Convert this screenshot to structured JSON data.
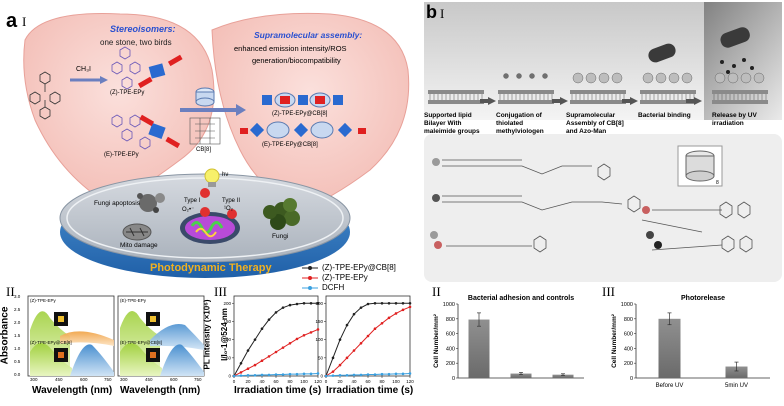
{
  "panel_a": {
    "label": "a",
    "roman_I": "I",
    "stereo": {
      "title": "Stereoisomers:",
      "subtitle": "one stone, two birds"
    },
    "reagent": "CH₃I",
    "z_label": "(Z)-TPE-EPy",
    "e_label": "(E)-TPE-EPy",
    "cb_label": "CB[8]",
    "supra": {
      "title": "Supramolecular assembly:",
      "line1": "enhanced emission intensity/ROS",
      "line2": "generation/biocompatibility",
      "z_complex": "(Z)-TPE-EPy@CB[8]",
      "e_complex": "(E)-TPE-EPy@CB[8]"
    },
    "pdt": {
      "label": "Photodynamic Therapy",
      "fungi_apoptosis": "Fungi apoptosis",
      "mito_damage": "Mito damage",
      "fungi": "Fungi",
      "type1": "Type I",
      "type2": "Type II",
      "o2_radical": "O₂•⁻",
      "singlet_o2": "¹O₂",
      "hv": "hν"
    },
    "roman_II": "II",
    "roman_III": "III",
    "legend": [
      {
        "name": "(Z)-TPE-EPy@CB[8]",
        "color": "#222222"
      },
      {
        "name": "(Z)-TPE-EPy",
        "color": "#e02020"
      },
      {
        "name": "DCFH",
        "color": "#3aa0e0"
      }
    ],
    "absorbance_charts": [
      {
        "inset_top": "(Z)-TPE-EPy",
        "inset_bottom": "(Z)-TPE-EPy@CB[8]",
        "xlabel": "Wavelength (nm)",
        "ticks": [
          "300",
          "450",
          "600",
          "750"
        ]
      },
      {
        "inset_top": "(E)-TPE-EPy",
        "inset_bottom": "(E)-TPE-EPy@CB[8]",
        "xlabel": "Wavelength (nm)",
        "ticks": [
          "300",
          "450",
          "600",
          "750"
        ]
      }
    ],
    "absorbance_ylabel": "Absorbance",
    "absorbance_yticks": [
      "0.0",
      "0.5",
      "1.0",
      "1.5",
      "2.0",
      "2.5",
      "3.0"
    ],
    "pl_ylabel": "PL Intensity (×10⁶)",
    "ratio_ylabel": "I/I₀-1@524 nm",
    "ratio_yticks": [
      "0",
      "50",
      "100",
      "150",
      "200"
    ],
    "irradiation_xlabel": "Irradiation time (s)",
    "irradiation_xticks": [
      "0",
      "20",
      "40",
      "60",
      "80",
      "100",
      "120"
    ]
  },
  "panel_b": {
    "label": "b",
    "roman_I": "I",
    "steps": [
      "Supported lipid Bilayer With maleimide groups",
      "Conjugation of thiolated methylviologen",
      "Supramolecular Assembly of CB[8] and Azo-Man",
      "Bacterial binding",
      "Release by UV irradiation"
    ],
    "roman_II": "II",
    "roman_III": "III",
    "cb_symbol": "8"
  },
  "chart_data": [
    {
      "type": "line",
      "title": "",
      "xlabel": "Irradiation time (s)",
      "ylabel": "I/I₀-1@524 nm",
      "xlim": [
        0,
        120
      ],
      "ylim": [
        0,
        220
      ],
      "x": [
        0,
        10,
        20,
        30,
        40,
        50,
        60,
        70,
        80,
        90,
        100,
        110,
        120
      ],
      "series": [
        {
          "name": "(Z)-TPE-EPy@CB[8]",
          "values": [
            0,
            35,
            70,
            100,
            130,
            155,
            175,
            188,
            195,
            198,
            200,
            200,
            200
          ]
        },
        {
          "name": "(Z)-TPE-EPy",
          "values": [
            0,
            10,
            20,
            30,
            42,
            54,
            66,
            78,
            90,
            102,
            112,
            120,
            128
          ]
        },
        {
          "name": "DCFH",
          "values": [
            0,
            1,
            2,
            2,
            3,
            3,
            4,
            4,
            5,
            5,
            6,
            6,
            7
          ]
        }
      ]
    },
    {
      "type": "line",
      "title": "",
      "xlabel": "Irradiation time (s)",
      "ylabel": "",
      "xlim": [
        0,
        120
      ],
      "ylim": [
        0,
        220
      ],
      "x": [
        0,
        10,
        20,
        30,
        40,
        50,
        60,
        70,
        80,
        90,
        100,
        110,
        120
      ],
      "series": [
        {
          "name": "(Z)-TPE-EPy@CB[8]",
          "values": [
            0,
            50,
            100,
            140,
            170,
            188,
            198,
            200,
            200,
            200,
            200,
            200,
            200
          ]
        },
        {
          "name": "(Z)-TPE-EPy",
          "values": [
            0,
            12,
            30,
            50,
            70,
            90,
            110,
            130,
            145,
            160,
            172,
            182,
            190
          ]
        },
        {
          "name": "DCFH",
          "values": [
            0,
            1,
            2,
            2,
            3,
            3,
            4,
            4,
            5,
            5,
            6,
            6,
            7
          ]
        }
      ]
    },
    {
      "type": "bar",
      "title": "Bacterial adhesion and controls",
      "xlabel": "",
      "ylabel": "Cell Number/mm²",
      "ylim": [
        0,
        1000
      ],
      "yticks": [
        "0",
        "200",
        "400",
        "600",
        "800",
        "1000"
      ],
      "categories": [
        "",
        "",
        ""
      ],
      "values": [
        790,
        60,
        45
      ],
      "errors": [
        90,
        15,
        12
      ]
    },
    {
      "type": "bar",
      "title": "Photorelease",
      "xlabel": "",
      "ylabel": "Cell Number/mm²",
      "ylim": [
        0,
        1000
      ],
      "yticks": [
        "0",
        "200",
        "400",
        "600",
        "800",
        "1000"
      ],
      "categories": [
        "Before UV",
        "5min UV"
      ],
      "values": [
        800,
        155
      ],
      "errors": [
        80,
        60
      ]
    }
  ]
}
